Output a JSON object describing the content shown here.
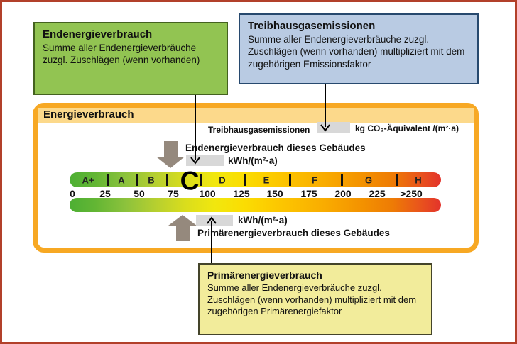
{
  "callouts": {
    "end_energy": {
      "title": "Endenergieverbrauch",
      "body": "Summe aller Endenergieverbräuche zuzgl. Zuschlägen (wenn vorhanden)"
    },
    "ghg": {
      "title": "Treibhausgasemissionen",
      "body": "Summe aller Endenergieverbräuche zuzgl. Zuschlägen (wenn vorhanden) multipliziert mit dem zugehörigen Emissionsfaktor"
    },
    "primary_energy": {
      "title": "Primärenergieverbrauch",
      "body": "Summe aller Endenergieverbräuche zuzgl. Zuschlägen (wenn vorhanden) multipliziert mit dem zugehörigen Primärenergiefaktor"
    }
  },
  "panel": {
    "title": "Energieverbrauch",
    "ghg_row": {
      "label": "Treibhausgasemissionen",
      "value": "",
      "unit": "kg CO₂-Äquivalent /(m²·a)"
    },
    "end_energy_row": {
      "label": "Endenergieverbrauch dieses Gebäudes",
      "value": "",
      "unit": "kWh/(m²·a)"
    },
    "primary_row": {
      "label": "Primärenergieverbrauch dieses Gebäudes",
      "value": "",
      "unit": "kWh/(m²·a)"
    },
    "scale": {
      "class_labels": [
        "A+",
        "A",
        "B",
        "C",
        "D",
        "E",
        "F",
        "G",
        "H"
      ],
      "highlighted_class": "C",
      "tick_labels": [
        "0",
        "25",
        "50",
        "75",
        "100",
        "125",
        "150",
        "175",
        "200",
        "225",
        ">250"
      ]
    }
  },
  "colors": {
    "page_border": "#b2402a",
    "green_box": "#92c452",
    "blue_box": "#b9cbe3",
    "yellow_box": "#f2ec9b",
    "panel_border": "#f7a823",
    "panel_band": "#fcd98b",
    "value_box": "#d8d8d8",
    "block_arrow": "#95897d",
    "scale_green": "#4daf33",
    "scale_red": "#e3332b"
  }
}
